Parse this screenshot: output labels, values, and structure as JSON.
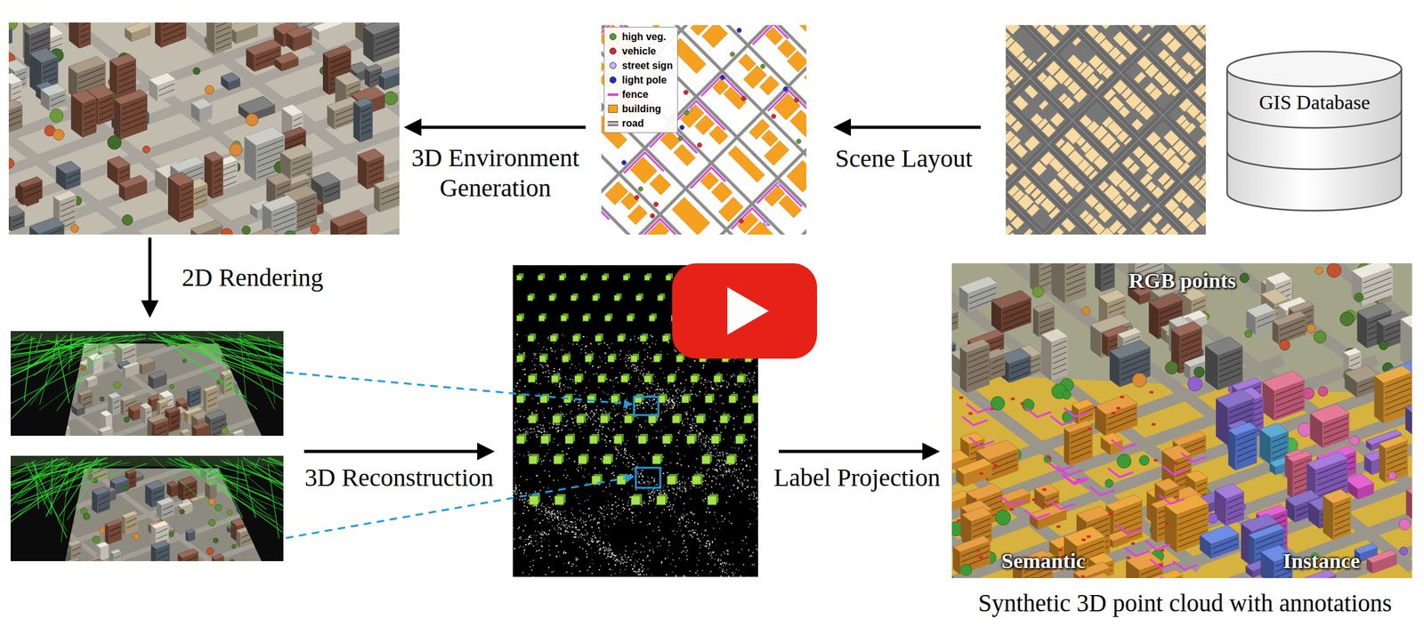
{
  "diagram": {
    "caption": "Synthetic 3D point cloud with annotations",
    "nodes": [
      {
        "text": [
          "GIS Database"
        ]
      },
      {
        "text": [
          "RGB points",
          "Semantic",
          "Instance"
        ]
      }
    ],
    "labels": [
      "3D Environment Generation",
      "Scene Layout",
      "2D Rendering",
      "3D Reconstruction",
      "Label Projection"
    ],
    "legend": [
      {
        "text": "high veg.",
        "color": "#5c9b2f"
      },
      {
        "text": "vehicle",
        "color": "#d9262c"
      },
      {
        "text": "street sign",
        "color": "#c9b3f0"
      },
      {
        "text": "light pole",
        "color": "#1c2fc4"
      },
      {
        "text": "fence"
      },
      {
        "text": "building",
        "color": "#f5a020"
      },
      {
        "text": "road"
      }
    ]
  }
}
